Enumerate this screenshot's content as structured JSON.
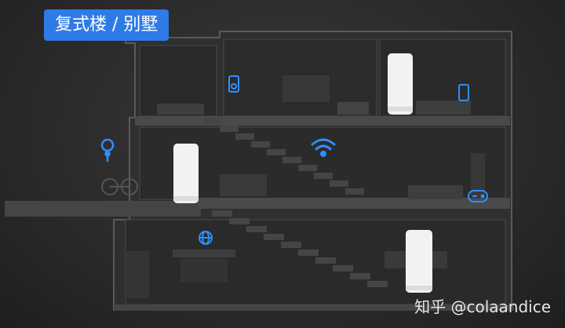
{
  "header": {
    "title": "复式楼 / 别墅"
  },
  "watermark": {
    "text": "知乎 @colaandice"
  },
  "icons": [
    "location-pin-icon",
    "router-node",
    "wifi-icon",
    "music-player-icon",
    "phone-icon",
    "gamepad-icon",
    "globe-icon"
  ],
  "colors": {
    "accent": "#2e7be6",
    "router": "#f2f2f2",
    "icon_blue": "#2f8fff"
  }
}
